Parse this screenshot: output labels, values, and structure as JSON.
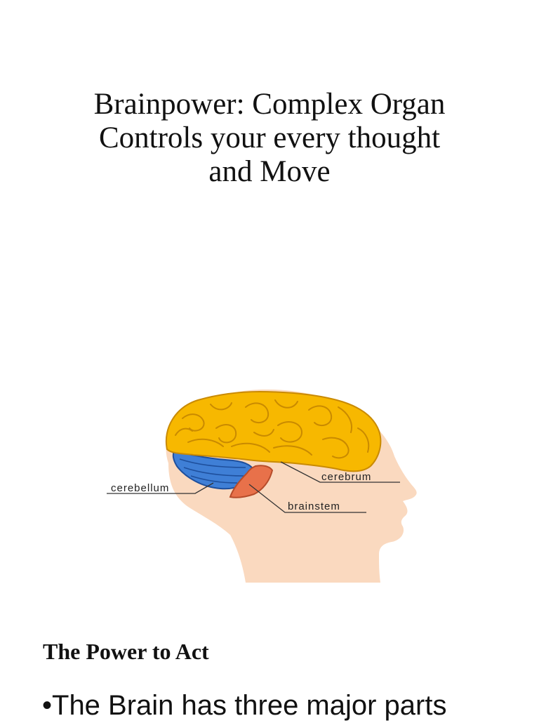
{
  "title": {
    "lines": [
      "Brainpower: Complex Organ",
      "Controls your every thought",
      "and Move"
    ]
  },
  "figure": {
    "labels": {
      "cerebellum": "cerebellum",
      "cerebrum": "cerebrum",
      "brainstem": "brainstem"
    },
    "colors": {
      "head": "#FAD9BF",
      "cerebrum": "#F7B800",
      "cerebrum_outline": "#C98A00",
      "cerebellum": "#3F7FD6",
      "brainstem": "#E8714A"
    }
  },
  "section": {
    "heading": "The Power to Act",
    "bullet": "•The Brain has three major parts"
  }
}
